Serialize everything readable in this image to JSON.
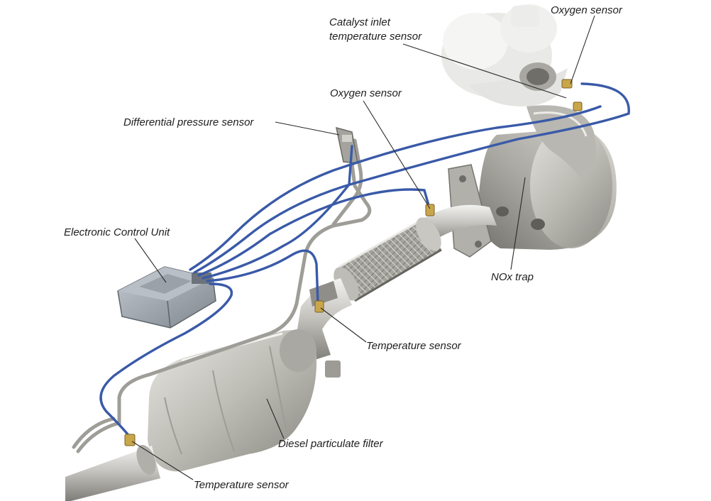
{
  "labels": {
    "catalyst_inlet_line1": "Catalyst inlet",
    "catalyst_inlet_line2": "temperature sensor",
    "oxygen_sensor_turbo": "Oxygen sensor",
    "oxygen_sensor_mid": "Oxygen sensor",
    "differential_pressure": "Differential pressure sensor",
    "ecu": "Electronic Control Unit",
    "nox_trap": "NOx trap",
    "temperature_sensor_mid": "Temperature sensor",
    "dpf": "Diesel particulate filter",
    "temperature_sensor_bottom": "Temperature sensor"
  },
  "colors": {
    "wire": "#3a5aa8",
    "metal_light": "#e2e2df",
    "metal_mid": "#b9b8b2",
    "metal_dark": "#7d7c76",
    "ecu_body": "#a3a9b0",
    "leader": "#2a2a2a",
    "brass": "#c9a64a"
  }
}
